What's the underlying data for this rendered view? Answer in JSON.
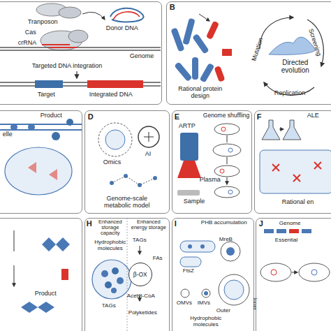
{
  "diagram": {
    "nodes": [
      {
        "text": [
          "Tranposon",
          "Cas",
          "Donor DNA",
          "crRNA",
          "Genome",
          "Targeted DNA integration",
          "Target",
          "Integrated DNA"
        ]
      },
      {
        "text": [
          "B",
          "Rational protein design",
          "Mutation",
          "Screening",
          "Directed evolution",
          "Replication"
        ]
      },
      {
        "text": [
          "Product",
          "elle"
        ]
      },
      {
        "text": [
          "D",
          "Omics",
          "AI",
          "Genome-scale metabolic model"
        ]
      },
      {
        "text": [
          "E",
          "ARTP",
          "Genome shuffling",
          "Plasma",
          "Sample"
        ]
      },
      {
        "text": [
          "F",
          "ALE",
          "Rational en"
        ]
      },
      {
        "text": [
          "Product"
        ]
      },
      {
        "text": [
          "H",
          "Enhanced storage capacity",
          "Enhanced energy storage",
          "Hydrophobic molecules",
          "TAGs",
          "TAGs",
          "FAs",
          "Acetyl-CoA",
          "Polyketides"
        ]
      },
      {
        "text": [
          "β-OX"
        ],
        "in": 7
      },
      {
        "text": [
          "I",
          "PHB accumulation",
          "MreB",
          "FtsZ",
          "OMVs",
          "IMVs",
          "Outer",
          "Inner",
          "Hydrophobic molecules"
        ]
      },
      {
        "text": [
          "J",
          "Genome",
          "Essential"
        ]
      }
    ]
  }
}
